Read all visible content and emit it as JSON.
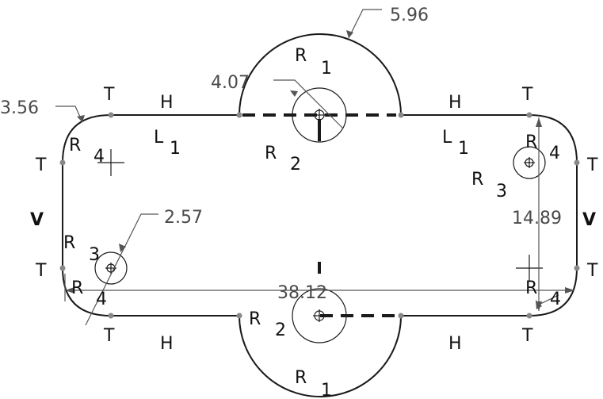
{
  "dimensions": {
    "arc_top": "5.96",
    "hole_top": "4.07",
    "corner_top_left": "3.56",
    "hole_small_left": "2.57",
    "height": "14.89",
    "width": "38.12"
  },
  "constraints": {
    "tangent": "T",
    "horizontal": "H",
    "vertical": "V",
    "line_letter": "L",
    "radius_letter": "R",
    "index_1": "1",
    "index_2": "2",
    "index_3": "3",
    "index_4": "4"
  }
}
